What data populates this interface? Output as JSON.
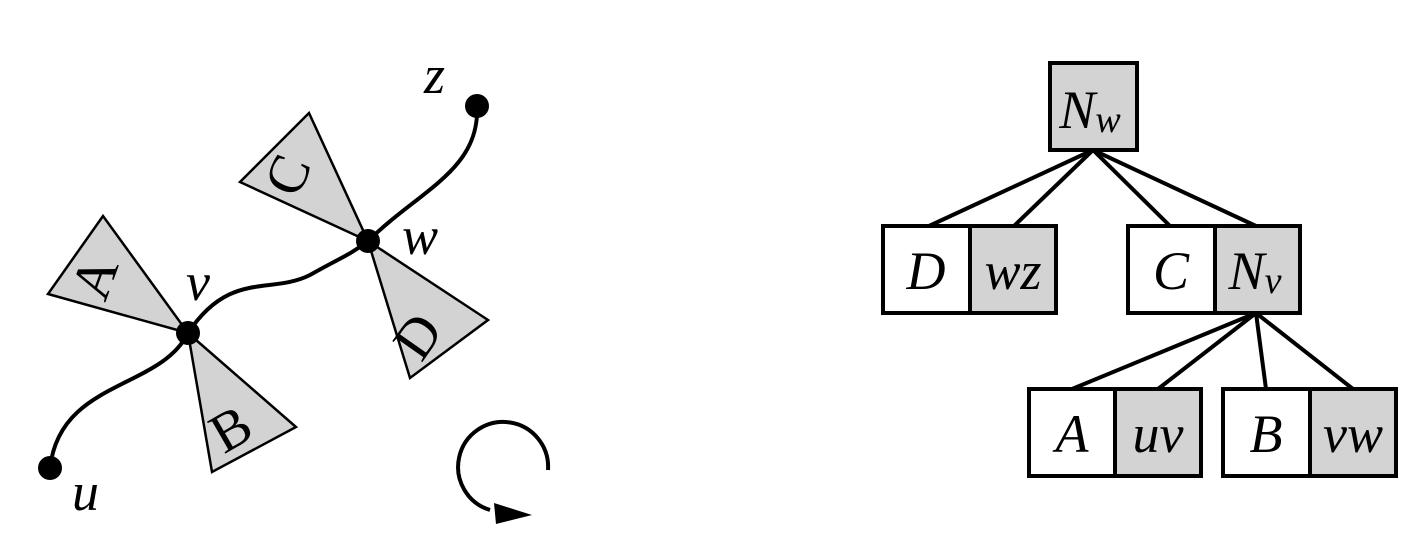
{
  "colors": {
    "fill": "#d3d3d3",
    "stroke": "#000000",
    "background": "#ffffff"
  },
  "left": {
    "vertices": {
      "u": "u",
      "v": "v",
      "w": "w",
      "z": "z"
    },
    "subtrees": {
      "A": "A",
      "B": "B",
      "C": "C",
      "D": "D"
    },
    "rotation": "clockwise-arrow-icon"
  },
  "tree": {
    "root": {
      "main": "N",
      "sub": "w"
    },
    "n1": {
      "left": "D",
      "right": "wz"
    },
    "n2": {
      "left": "C",
      "right_main": "N",
      "right_sub": "v"
    },
    "n3": {
      "left": "A",
      "right": "uv"
    },
    "n4": {
      "left": "B",
      "right": "vw"
    }
  }
}
